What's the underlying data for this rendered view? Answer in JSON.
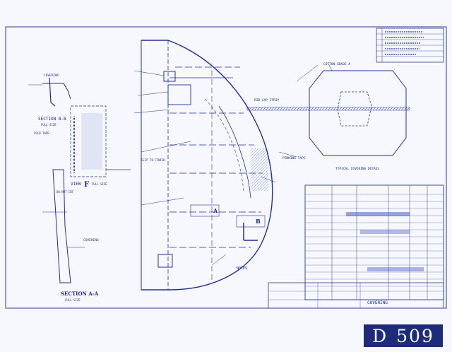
{
  "drawing": {
    "number_prefix": "D",
    "number": "509",
    "title_block_label": "COVERING",
    "views": {
      "section_bb": "SECTION B-B",
      "section_bb_scale": "FULL SIZE",
      "section_aa": "SECTION A-A",
      "section_aa_scale": "FULL SIZE",
      "view_f": "VIEW",
      "view_f_letter": "F",
      "view_f_scale": "FULL SIZE",
      "marker_a": "A",
      "marker_b": "B"
    },
    "callouts": {
      "covering": "COVERING",
      "cotton_grade_a": "COTTON GRADE A",
      "rib_cap_strip": "RIB CAP STRIP",
      "pinking_tape": "PINKING TAPE",
      "typical_covering_detail": "TYPICAL COVERING DETAIL",
      "clip_to_finish": "CLIP TO FINISH",
      "fold_tape": "FOLD TAPE",
      "full_size": "FULL SIZE",
      "do_not_cut": "DO NOT CUT"
    },
    "notes_heading": "NOTES"
  }
}
